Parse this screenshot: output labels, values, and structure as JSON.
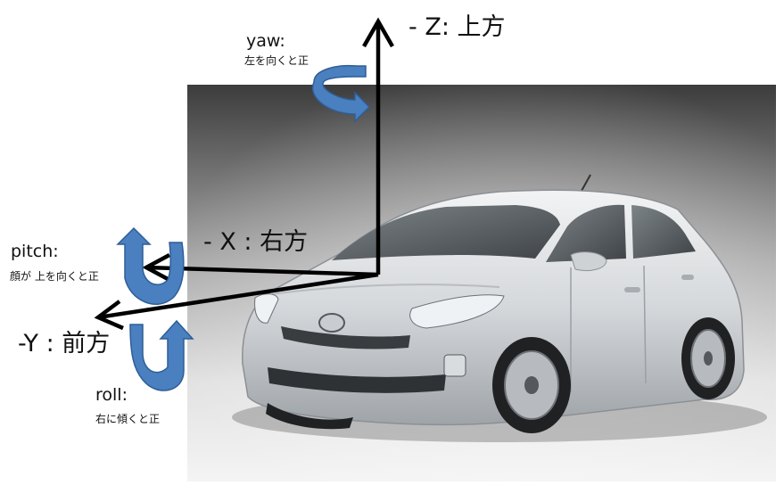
{
  "axes": {
    "z_label": "- Z: 上方",
    "x_label": "- X : 右方",
    "y_label": "-Y : 前方"
  },
  "rotations": {
    "yaw": {
      "name": "yaw:",
      "desc": "左を向くと正"
    },
    "pitch": {
      "name": "pitch:",
      "desc": "顔が 上を向くと正"
    },
    "roll": {
      "name": "roll:",
      "desc": "右に傾くと正"
    }
  },
  "colors": {
    "arrow": "#000000",
    "rotation_arrow": "#4a7fc0",
    "rotation_arrow_edge": "#2e5e96",
    "car_body": "#d7d9dc",
    "backdrop_top": "#3c3c3c",
    "backdrop_bottom": "#f2f2f2"
  },
  "photo": {
    "subject": "silver-hatchback-car"
  }
}
